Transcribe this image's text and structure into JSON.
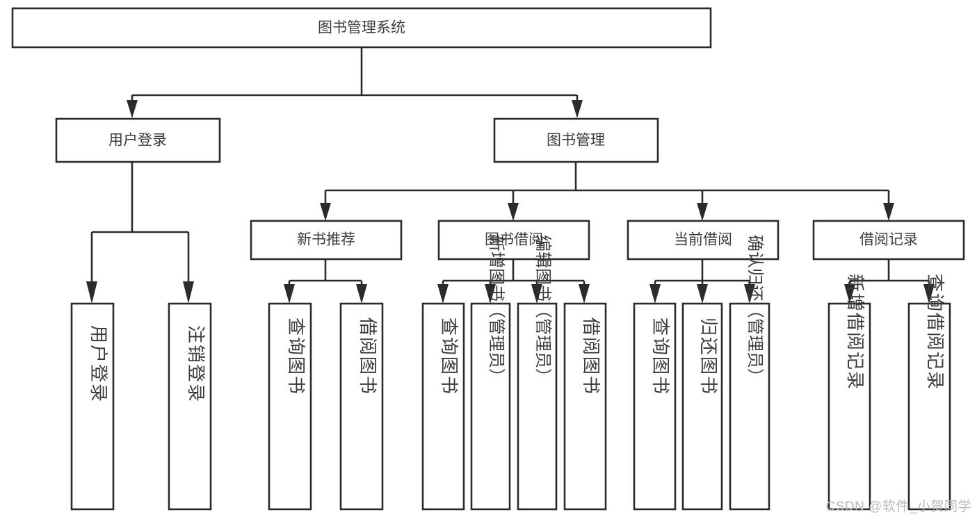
{
  "diagram": {
    "type": "tree",
    "title": "图书管理系统",
    "watermark": "CSDN @软件_小贺同学",
    "nodes": {
      "root": {
        "label": "图书管理系统",
        "level": 1
      },
      "user_login": {
        "label": "用户登录",
        "level": 2
      },
      "book_manage": {
        "label": "图书管理",
        "level": 2
      },
      "new_book_rec": {
        "label": "新书推荐",
        "level": 3
      },
      "book_borrow": {
        "label": "图书借阅",
        "level": 3
      },
      "current_borrow": {
        "label": "当前借阅",
        "level": 3
      },
      "borrow_record": {
        "label": "借阅记录",
        "level": 3
      },
      "leaf_1": {
        "label": "用户登录",
        "level": 4
      },
      "leaf_2": {
        "label": "注销登录",
        "level": 4
      },
      "leaf_3": {
        "label": "查询图书",
        "level": 4
      },
      "leaf_4": {
        "label": "借阅图书",
        "level": 4
      },
      "leaf_5": {
        "label": "查询图书",
        "level": 4
      },
      "leaf_6": {
        "label": "新增图书（管理员）",
        "level": 4
      },
      "leaf_7": {
        "label": "编辑图书（管理员）",
        "level": 4
      },
      "leaf_8": {
        "label": "借阅图书",
        "level": 4
      },
      "leaf_9": {
        "label": "查询图书",
        "level": 4
      },
      "leaf_10": {
        "label": "归还图书",
        "level": 4
      },
      "leaf_11": {
        "label": "确认归还（管理员）",
        "level": 4
      },
      "leaf_12": {
        "label": "新增借阅记录",
        "level": 4
      },
      "leaf_13": {
        "label": "查询借阅记录",
        "level": 4
      }
    },
    "edges": [
      {
        "from": "root",
        "to": "user_login"
      },
      {
        "from": "root",
        "to": "book_manage"
      },
      {
        "from": "user_login",
        "to": "leaf_1"
      },
      {
        "from": "user_login",
        "to": "leaf_2"
      },
      {
        "from": "book_manage",
        "to": "new_book_rec"
      },
      {
        "from": "book_manage",
        "to": "book_borrow"
      },
      {
        "from": "book_manage",
        "to": "current_borrow"
      },
      {
        "from": "book_manage",
        "to": "borrow_record"
      },
      {
        "from": "new_book_rec",
        "to": "leaf_3"
      },
      {
        "from": "new_book_rec",
        "to": "leaf_4"
      },
      {
        "from": "book_borrow",
        "to": "leaf_5"
      },
      {
        "from": "book_borrow",
        "to": "leaf_6"
      },
      {
        "from": "book_borrow",
        "to": "leaf_7"
      },
      {
        "from": "book_borrow",
        "to": "leaf_8"
      },
      {
        "from": "current_borrow",
        "to": "leaf_9"
      },
      {
        "from": "current_borrow",
        "to": "leaf_10"
      },
      {
        "from": "current_borrow",
        "to": "leaf_11"
      },
      {
        "from": "borrow_record",
        "to": "leaf_12"
      },
      {
        "from": "borrow_record",
        "to": "leaf_13"
      }
    ],
    "colors": {
      "box_fill": "#ffffff",
      "box_stroke": "#2b2b2b",
      "text": "#3b3b3b",
      "watermark": "#b9b9b9",
      "background": "#ffffff"
    }
  }
}
